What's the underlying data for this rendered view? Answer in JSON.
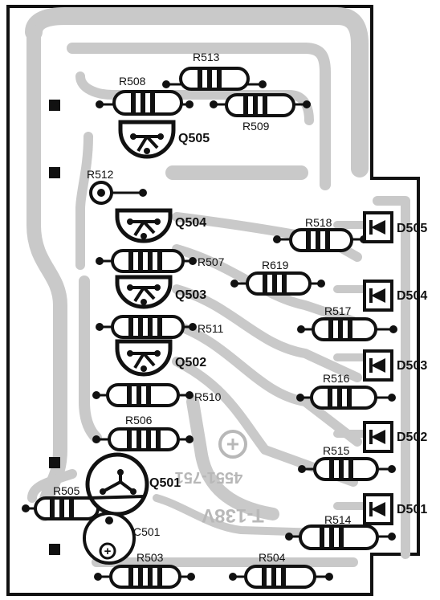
{
  "board": {
    "silkscreen_code": "4551-751",
    "part_number": "T-138V"
  },
  "components": {
    "resistors": [
      "R503",
      "R504",
      "R505",
      "R506",
      "R507",
      "R508",
      "R509",
      "R510",
      "R511",
      "R512",
      "R513",
      "R514",
      "R515",
      "R516",
      "R517",
      "R518",
      "R619"
    ],
    "transistors": [
      "Q501",
      "Q502",
      "Q503",
      "Q504",
      "Q505"
    ],
    "diodes": [
      "D501",
      "D502",
      "D503",
      "D504",
      "D505"
    ],
    "capacitors": [
      "C501"
    ]
  },
  "labels": {
    "r503": "R503",
    "r504": "R504",
    "r505": "R505",
    "r506": "R506",
    "r507": "R507",
    "r508": "R508",
    "r509": "R509",
    "r510": "R510",
    "r511": "R511",
    "r512": "R512",
    "r513": "R513",
    "r514": "R514",
    "r515": "R515",
    "r516": "R516",
    "r517": "R517",
    "r518": "R518",
    "r619": "R619",
    "q501": "Q501",
    "q502": "Q502",
    "q503": "Q503",
    "q504": "Q504",
    "q505": "Q505",
    "d501": "D501",
    "d502": "D502",
    "d503": "D503",
    "d504": "D504",
    "d505": "D505",
    "c501": "C501",
    "c501_polarity": "+"
  },
  "colors": {
    "outline": "#111111",
    "copper": "#c9c9c9",
    "pad": "#111111",
    "body_fill": "#ffffff"
  }
}
